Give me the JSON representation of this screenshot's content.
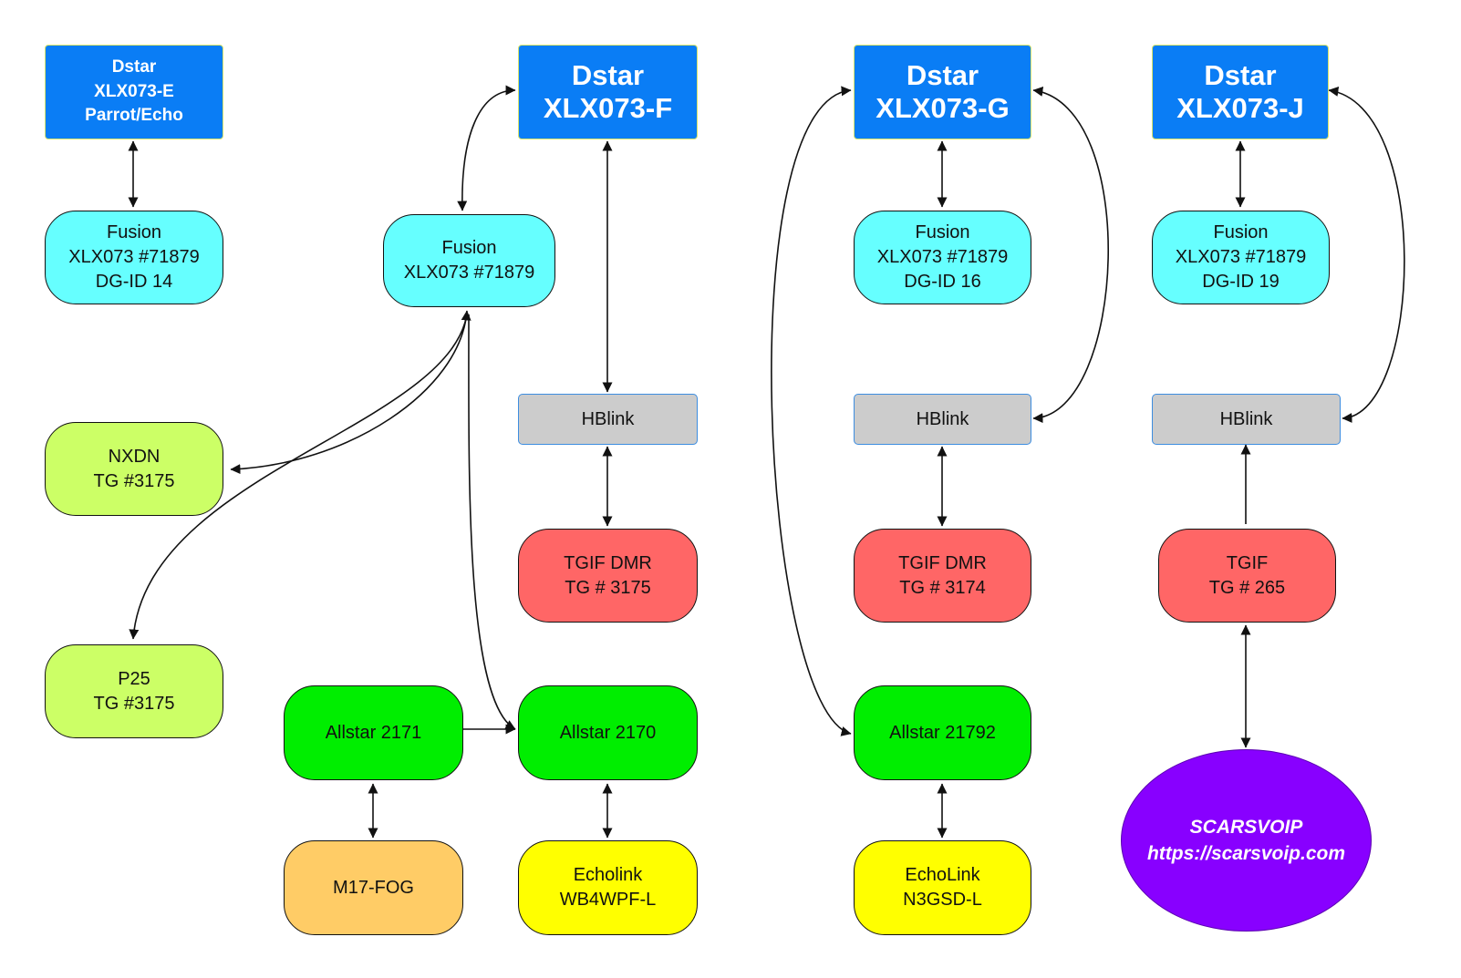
{
  "nodes": {
    "dstar_e": [
      "Dstar",
      "XLX073-E",
      "Parrot/Echo"
    ],
    "dstar_f": [
      "Dstar",
      "XLX073-F"
    ],
    "dstar_g": [
      "Dstar",
      "XLX073-G"
    ],
    "dstar_j": [
      "Dstar",
      "XLX073-J"
    ],
    "fusion_e": [
      "Fusion",
      "XLX073 #71879",
      "DG-ID 14"
    ],
    "fusion_f": [
      "Fusion",
      "XLX073 #71879"
    ],
    "fusion_g": [
      "Fusion",
      "XLX073 #71879",
      "DG-ID 16"
    ],
    "fusion_j": [
      "Fusion",
      "XLX073 #71879",
      "DG-ID 19"
    ],
    "nxdn": [
      "NXDN",
      "TG #3175"
    ],
    "p25": [
      "P25",
      "TG #3175"
    ],
    "hblink_f": [
      "HBlink"
    ],
    "hblink_g": [
      "HBlink"
    ],
    "hblink_j": [
      "HBlink"
    ],
    "tgif_f": [
      "TGIF DMR",
      "TG # 3175"
    ],
    "tgif_g": [
      "TGIF DMR",
      "TG # 3174"
    ],
    "tgif_j": [
      "TGIF",
      "TG # 265"
    ],
    "allstar_2171": [
      "Allstar 2171"
    ],
    "allstar_2170": [
      "Allstar 2170"
    ],
    "allstar_21792": [
      "Allstar 21792"
    ],
    "m17": [
      "M17-FOG"
    ],
    "echolink_f": [
      "Echolink",
      "WB4WPF-L"
    ],
    "echolink_g": [
      "EchoLink",
      "N3GSD-L"
    ],
    "scarsvoip": [
      "SCARSVOIP",
      "https://scarsvoip.com"
    ]
  },
  "colors": {
    "dstar": "#0a7df5",
    "fusion": "#66ffff",
    "nxdn_p25": "#ccff66",
    "tgif": "#ff6666",
    "allstar": "#00ee00",
    "m17": "#ffcc66",
    "echolink": "#ffff00",
    "hblink": "#cccccc",
    "scarsvoip": "#8800ff"
  }
}
